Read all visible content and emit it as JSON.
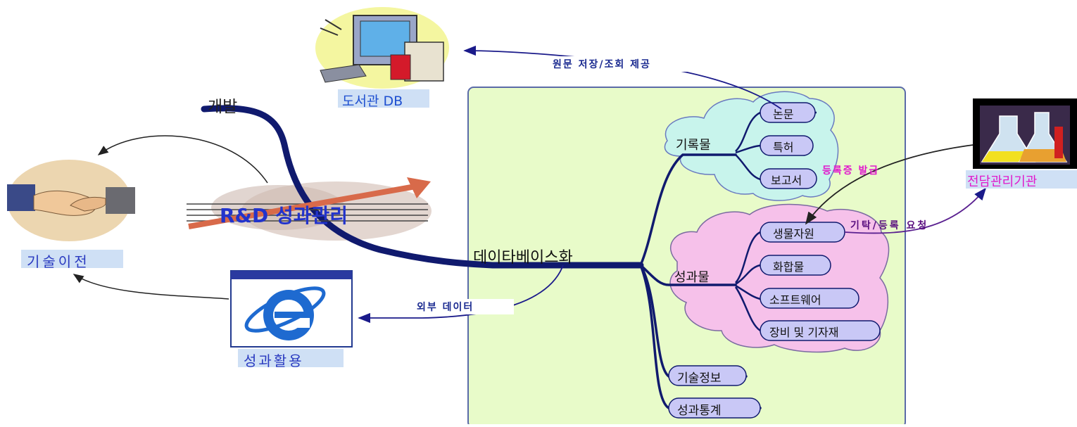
{
  "diagram": {
    "center_label": "데이타베이스화",
    "rnd_label": "R&D 성과관리",
    "develop_label": "개발",
    "records_label": "기록물",
    "records_items": [
      "논문",
      "특허",
      "보고서"
    ],
    "results_label": "성과물",
    "results_items": [
      "생물자원",
      "화합물",
      "소프트웨어",
      "장비 및 기자재"
    ],
    "tech_info_label": "기술정보",
    "stats_label": "성과통계",
    "library_label": "도서관 DB",
    "tech_transfer_label": "기술이전",
    "utilization_label": "성과활용",
    "agency_label": "전담관리기관",
    "edge_original_storage": "원문 저장/조회 제공",
    "edge_external_data": "외부 데이터",
    "edge_registration_cert": "등록증 발급",
    "edge_deposit_request": "기탁/등록 요청"
  },
  "colors": {
    "panel_fill": "#e8fbc9",
    "panel_border": "#5a6aa8",
    "branch_navy": "#101a6e",
    "records_cloud": "#c8f4ec",
    "results_cloud": "#f6c1ea",
    "node_fill": "#c9c8f6",
    "edge_label_blue": "#1a2a90",
    "edge_label_pink": "#e01acc",
    "edge_label_purple": "#5a1080",
    "library_text": "#1e4fd0",
    "rnd_text": "#2233cc"
  },
  "icons": [
    "computer-books-icon",
    "handshake-icon",
    "browser-e-icon",
    "lab-flask-icon"
  ]
}
